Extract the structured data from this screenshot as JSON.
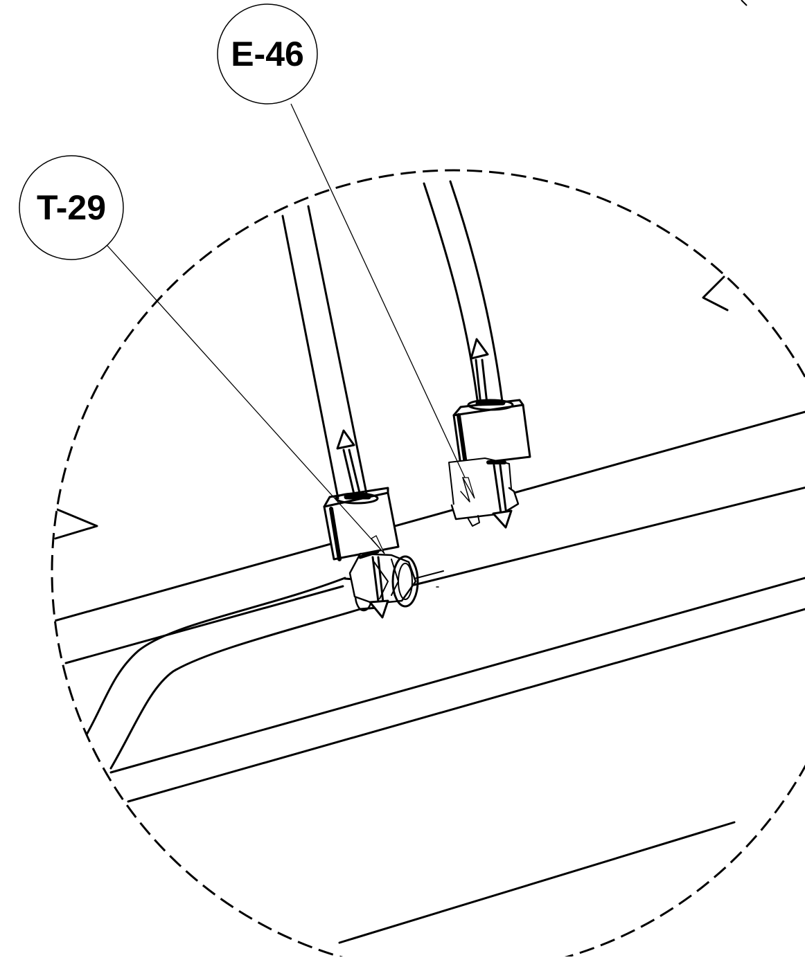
{
  "callouts": [
    {
      "id": "e46",
      "label": "E-46"
    },
    {
      "id": "t29",
      "label": "T-29"
    }
  ],
  "colors": {
    "line": "#000000",
    "background": "#ffffff",
    "fill": "#ffffff"
  }
}
